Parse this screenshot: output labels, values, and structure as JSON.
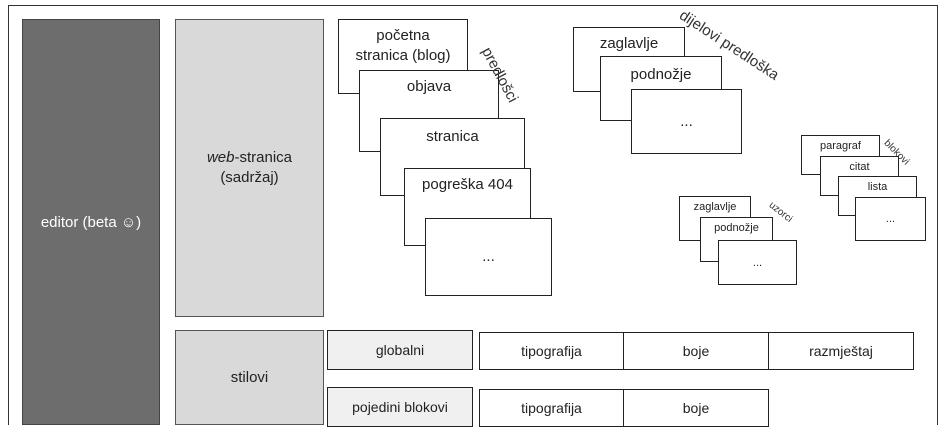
{
  "editor_label": "editor (beta ☺)",
  "web_page": {
    "label_em": "web",
    "label_rest": "-stranica",
    "label_line2": "(sadržaj)"
  },
  "templates": {
    "label": "predlošci",
    "items": [
      "početna stranica (blog)",
      "objava",
      "stranica",
      "pogreška 404",
      "..."
    ]
  },
  "template_parts": {
    "label": "dijelovi predloška",
    "items": [
      "zaglavlje",
      "podnožje",
      "..."
    ]
  },
  "patterns": {
    "label": "uzorci",
    "items": [
      "zaglavlje",
      "podnožje",
      "..."
    ]
  },
  "blocks": {
    "label": "blokovi",
    "items": [
      "paragraf",
      "citat",
      "lista",
      "..."
    ]
  },
  "styles": {
    "label": "stilovi",
    "rows": [
      {
        "name": "globalni",
        "cells": [
          "tipografija",
          "boje",
          "razmještaj"
        ]
      },
      {
        "name": "pojedini blokovi",
        "cells": [
          "tipografija",
          "boje"
        ]
      }
    ]
  }
}
